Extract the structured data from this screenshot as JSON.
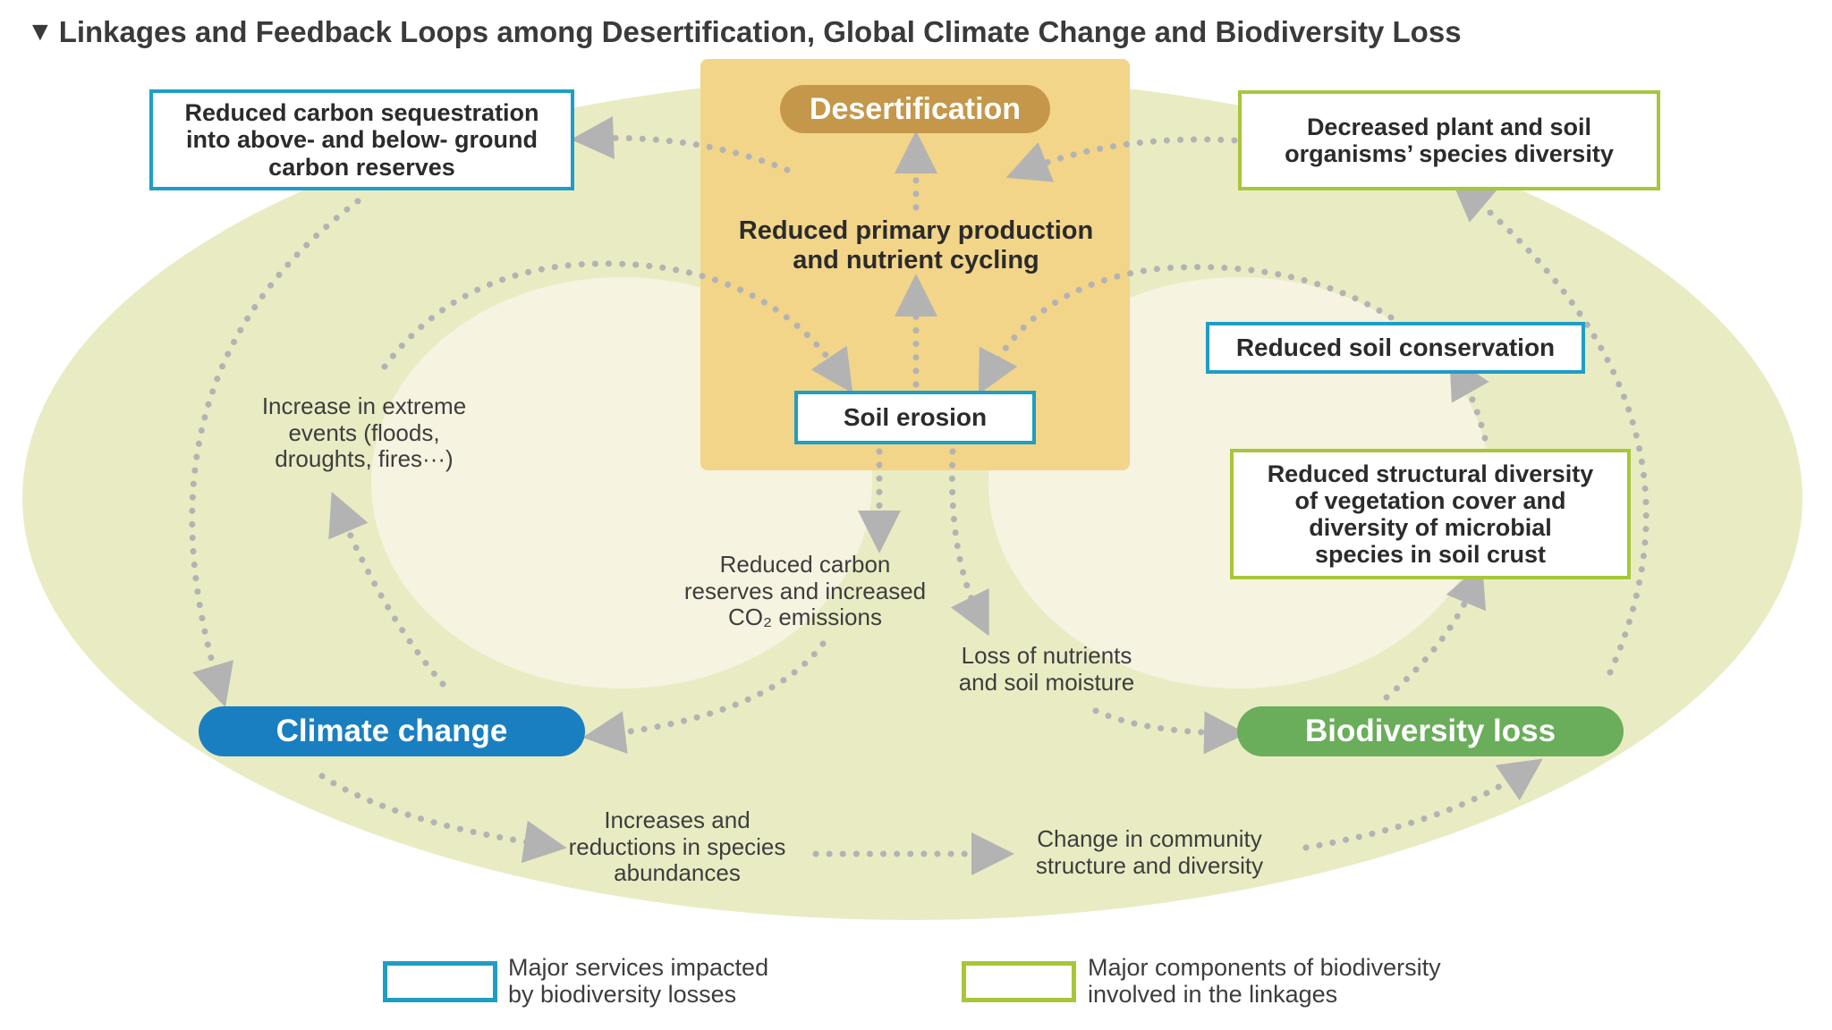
{
  "title": "Linkages and Feedback Loops among Desertification, Global Climate Change and Biodiversity Loss",
  "colors": {
    "outer_ellipse": "#e9ecc3",
    "inner_ellipse": "#f6f3e1",
    "center_panel": "#f2d589",
    "desertification_pill": "#c4974a",
    "climate_pill": "#1a7fc1",
    "biodiversity_pill": "#6aad5a",
    "service_border": "#1f9ec5",
    "biodiversity_border": "#a8c63a",
    "arrow": "#b3b3b3"
  },
  "main_nodes": {
    "desertification": "Desertification",
    "climate_change": "Climate change",
    "biodiversity_loss": "Biodiversity loss"
  },
  "service_boxes": {
    "carbon_sequestration": "Reduced carbon sequestration\ninto above- and below- ground\ncarbon reserves",
    "soil_erosion": "Soil erosion",
    "soil_conservation": "Reduced soil conservation"
  },
  "biodiversity_boxes": {
    "species_diversity": "Decreased plant and soil\norganisms’ species diversity",
    "structural_diversity": "Reduced structural diversity\nof vegetation cover and\ndiversity of microbial\nspecies in soil crust"
  },
  "labels": {
    "primary_production": "Reduced primary production\nand nutrient cycling",
    "extreme_events": "Increase in extreme\nevents (floods,\ndroughts, fires···)",
    "carbon_reserves": "Reduced carbon\nreserves and increased\nCO₂ emissions",
    "nutrients_loss": "Loss of nutrients\nand soil moisture",
    "species_abundances": "Increases and\nreductions in species\nabundances",
    "community_change": "Change in community\nstructure and diversity"
  },
  "legend": {
    "services": "Major services impacted\nby biodiversity losses",
    "components": "Major components of biodiversity\ninvolved in the linkages"
  }
}
